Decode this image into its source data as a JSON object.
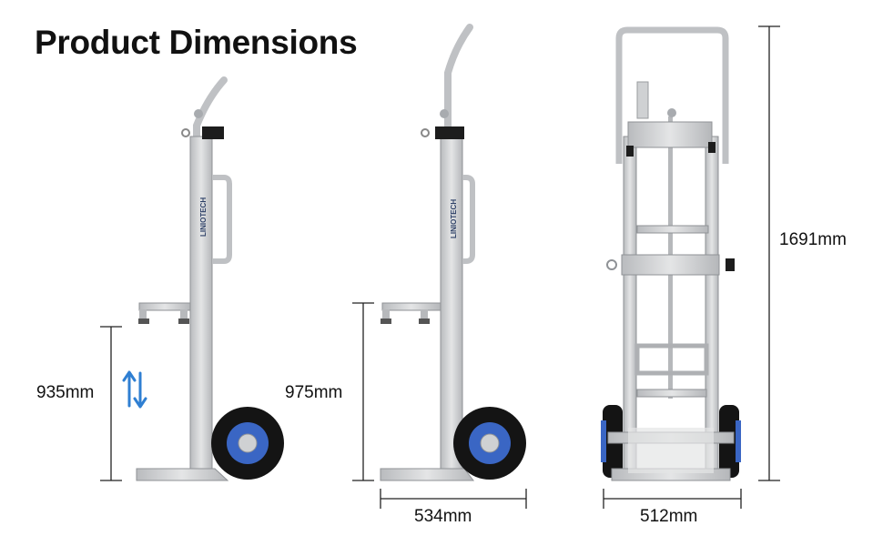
{
  "title": "Product Dimensions",
  "brand_logo_text": "LINIOTECH",
  "dimensions": {
    "left_height": "935mm",
    "middle_height": "975mm",
    "middle_width": "534mm",
    "front_width": "512mm",
    "front_height": "1691mm"
  },
  "icons": {
    "adjust_arrows": "up-down-arrows-icon"
  },
  "colors": {
    "frame": "#c9cacc",
    "frame_edge": "#8f9296",
    "tire": "#141414",
    "hub": "#3a66c4",
    "arrow": "#2f7fd2",
    "dimension_line": "#222222"
  }
}
